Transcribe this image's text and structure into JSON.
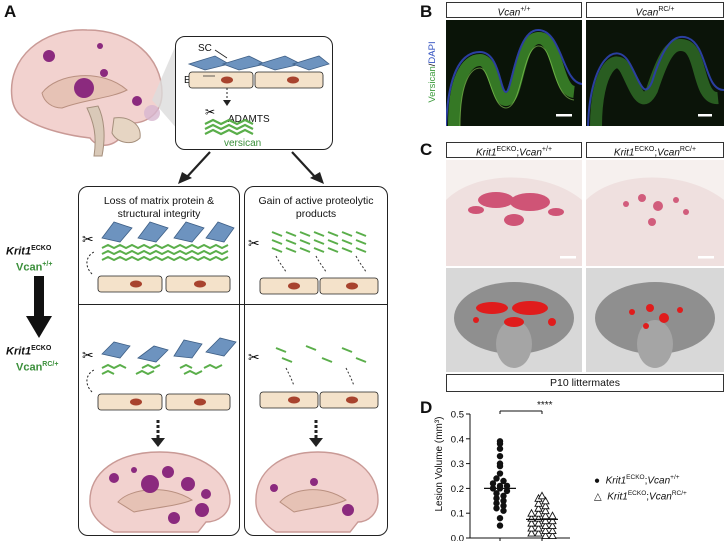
{
  "panels": {
    "a": "A",
    "b": "B",
    "c": "C",
    "d": "D"
  },
  "a": {
    "inset": {
      "sc": "SC",
      "ec": "EC",
      "enzyme": "ADAMTS",
      "substrate": "versican"
    },
    "box_left_title": "Loss of matrix protein & structural integrity",
    "box_right_title": "Gain of active proteolytic products",
    "row1": {
      "gene": "Krit1",
      "sup": "ECKO",
      "allele": "Vcan",
      "allele_sup": "+/+"
    },
    "row2": {
      "gene": "Krit1",
      "sup": "ECKO",
      "allele": "Vcan",
      "allele_sup": "RC/+"
    }
  },
  "b": {
    "col1": {
      "gene": "Vcan",
      "sup": "+/+"
    },
    "col2": {
      "gene": "Vcan",
      "sup": "RC/+"
    },
    "ylabel_1": "Versican",
    "ylabel_sep": "/",
    "ylabel_2": "DAPI"
  },
  "c": {
    "col1": {
      "gene": "Krit1",
      "sup": "ECKO",
      "sep": ";",
      "gene2": "Vcan",
      "sup2": "+/+"
    },
    "col2": {
      "gene": "Krit1",
      "sup": "ECKO",
      "sep": ";",
      "gene2": "Vcan",
      "sup2": "RC/+"
    },
    "footer": "P10 littermates"
  },
  "d": {
    "significance": "****",
    "legend": [
      {
        "gene": "Krit1",
        "sup": "ECKO",
        "sep": ";",
        "gene2": "Vcan",
        "sup2": "+/+"
      },
      {
        "gene": "Krit1",
        "sup": "ECKO",
        "sep": ";",
        "gene2": "Vcan",
        "sup2": "RC/+"
      }
    ]
  },
  "chart_data": {
    "type": "scatter",
    "ylabel": "Lesion Volume (mm³)",
    "ylim": [
      0,
      0.5
    ],
    "yticks": [
      "0.0",
      "0.1",
      "0.2",
      "0.3",
      "0.4",
      "0.5"
    ],
    "series": [
      {
        "marker": "filled-circle",
        "mean": 0.2,
        "values": [
          0.39,
          0.38,
          0.36,
          0.33,
          0.3,
          0.29,
          0.26,
          0.24,
          0.23,
          0.22,
          0.21,
          0.21,
          0.2,
          0.2,
          0.19,
          0.18,
          0.17,
          0.16,
          0.15,
          0.14,
          0.13,
          0.12,
          0.11,
          0.08,
          0.05
        ]
      },
      {
        "marker": "open-triangle",
        "mean": 0.075,
        "values": [
          0.17,
          0.16,
          0.15,
          0.14,
          0.13,
          0.12,
          0.11,
          0.1,
          0.1,
          0.09,
          0.09,
          0.08,
          0.08,
          0.07,
          0.07,
          0.06,
          0.06,
          0.05,
          0.05,
          0.04,
          0.04,
          0.03,
          0.03,
          0.02,
          0.02,
          0.01,
          0.01
        ]
      }
    ]
  }
}
